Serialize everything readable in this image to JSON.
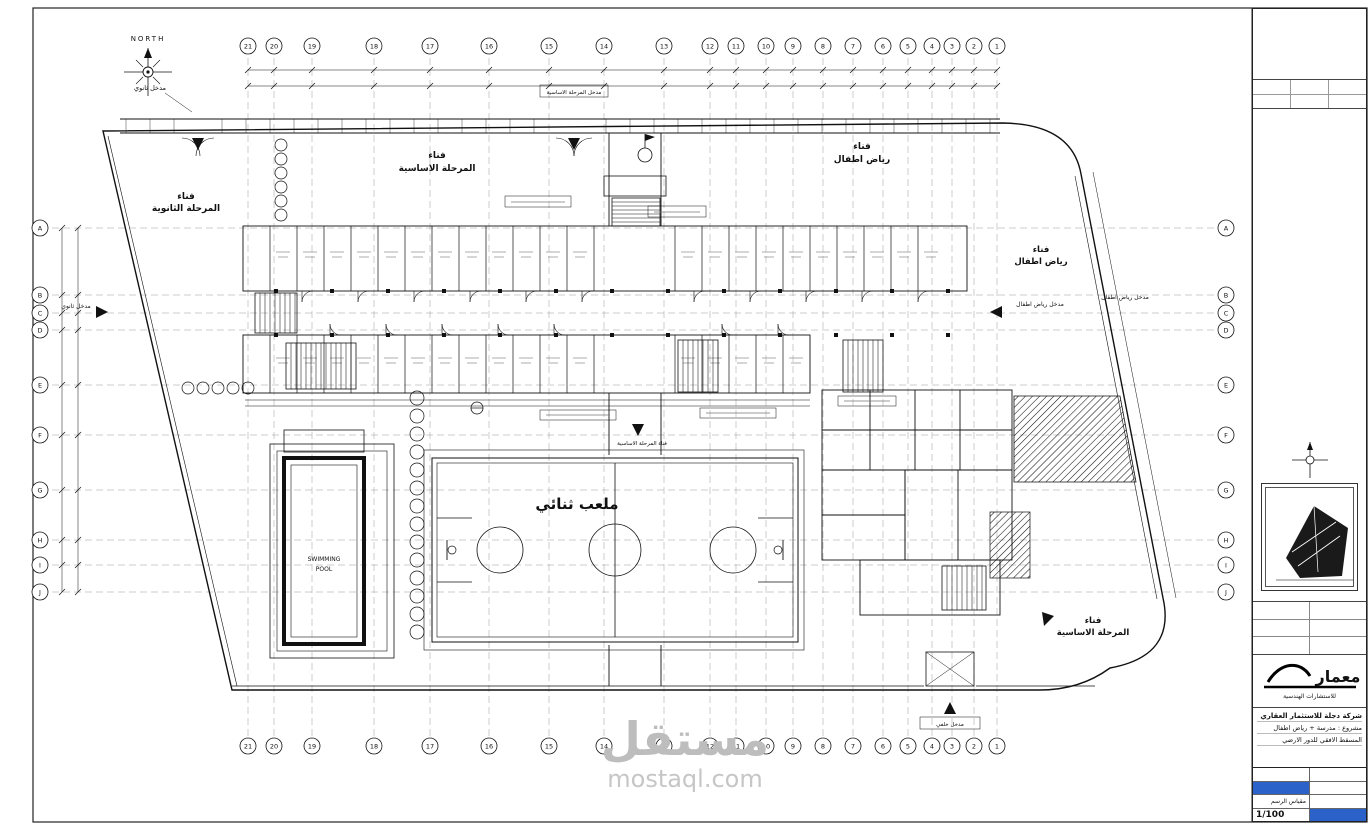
{
  "compass": {
    "north": "NORTH"
  },
  "entrances": {
    "top_left": "مدخل ثانوي",
    "top_mid": "مدخل المرحلة الاساسية",
    "left": "مدخل ثانوي",
    "right_kg_a": "مدخل رياض اطفال",
    "right_kg_b": "مدخل رياض اطفال",
    "bottom": "مدخل خلفي",
    "center_small": "فناء المرحلة الاساسية"
  },
  "courtyards": {
    "secondary_1": "فناء",
    "secondary_2": "المرحلة الثانوية",
    "primary_top_1": "فناء",
    "primary_top_2": "المرحلة الاساسية",
    "kg_top_1": "فناء",
    "kg_top_2": "رياض اطفال",
    "kg_right_1": "فناء",
    "kg_right_2": "رياض اطفال",
    "primary_bottom_1": "فناء",
    "primary_bottom_2": "المرحلة الاساسية"
  },
  "sports": {
    "court": "ملعب ثنائي",
    "pool_1": "SWIMMING",
    "pool_2": "POOL"
  },
  "grid": {
    "top_labels": [
      "21",
      "20",
      "19",
      "18",
      "17",
      "16",
      "15",
      "14",
      "13",
      "12",
      "11",
      "10",
      "9",
      "8",
      "7",
      "6",
      "5",
      "4",
      "3",
      "2",
      "1"
    ],
    "side_labels": [
      "A",
      "B",
      "C",
      "D",
      "E",
      "F",
      "G",
      "H",
      "I",
      "J"
    ]
  },
  "titleblock": {
    "logo": "معمار",
    "consultant": "للاستشارات الهندسية",
    "owner": "شركة دجلة للاستثمار العقاري",
    "project": "مشروع : مدرسة + رياض اطفال",
    "drawing": "المسقط الافقي للدور الارضي",
    "scale_label": "مقياس الرسم",
    "scale": "1/100"
  },
  "watermark": {
    "name": "مستقل",
    "site": "mostaql.com"
  },
  "colors": {
    "accent_blue": "#2b62c9",
    "line": "#111111",
    "grid": "#9a9a9a",
    "watermark": "#bdbdbd"
  }
}
